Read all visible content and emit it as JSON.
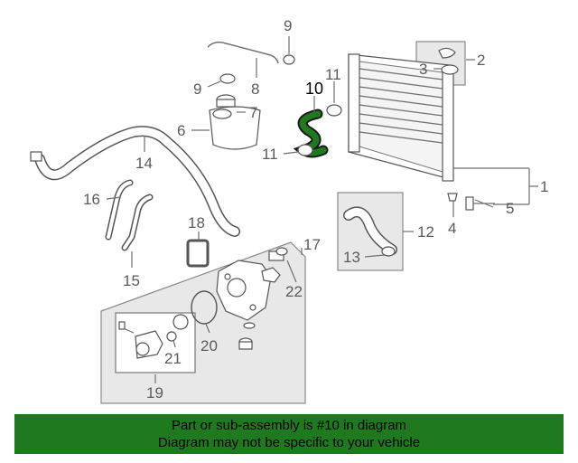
{
  "callouts": {
    "c1": "1",
    "c2": "2",
    "c3": "3",
    "c4": "4",
    "c5": "5",
    "c6": "6",
    "c7": "7",
    "c8": "8",
    "c9a": "9",
    "c9b": "9",
    "c10": "10",
    "c11a": "11",
    "c11b": "11",
    "c12": "12",
    "c13": "13",
    "c14": "14",
    "c15": "15",
    "c16": "16",
    "c17": "17",
    "c18": "18",
    "c19": "19",
    "c20": "20",
    "c21": "21",
    "c22": "22"
  },
  "highlight_color": "#1f7a1f",
  "banner": {
    "line1": "Part or sub-assembly is #10 in diagram",
    "line2": "Diagram may not be specific to your vehicle"
  }
}
